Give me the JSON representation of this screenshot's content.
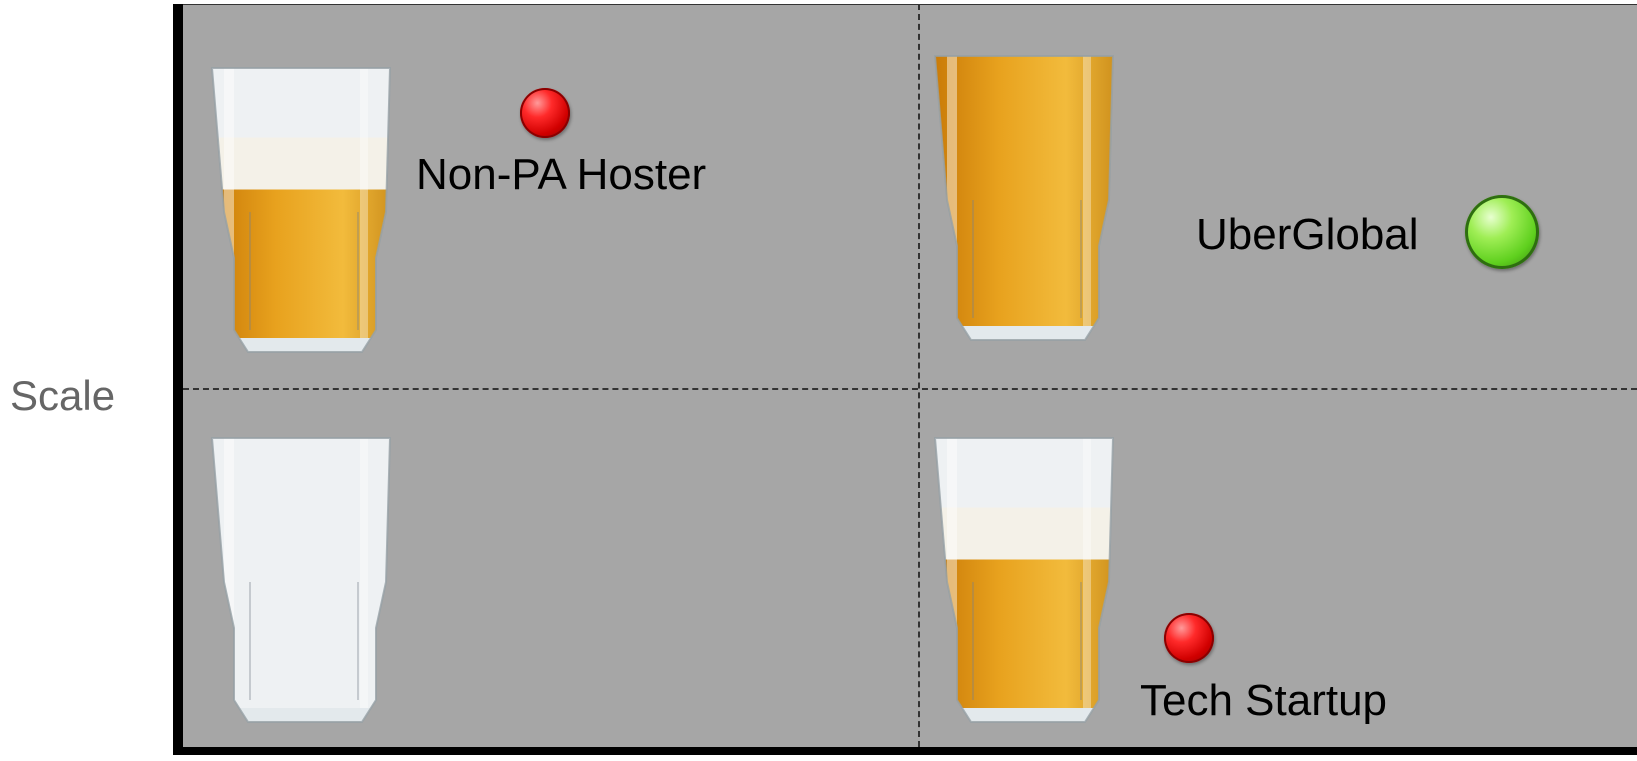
{
  "y_axis": {
    "label": "Scale"
  },
  "quadrants": [
    {
      "position": "top-left",
      "label": "Non-PA Hoster",
      "indicator": "red",
      "glass_fill": 0.55
    },
    {
      "position": "top-right",
      "label": "UberGlobal",
      "indicator": "green",
      "glass_fill": 1.0
    },
    {
      "position": "bottom-left",
      "label": "",
      "indicator": "none",
      "glass_fill": 0.0
    },
    {
      "position": "bottom-right",
      "label": "Tech Startup",
      "indicator": "red",
      "glass_fill": 0.55
    }
  ],
  "colors": {
    "background": "#a6a6a6",
    "beer": "#e8a21e",
    "foam": "#f4f1e8",
    "red_indicator": "#e00000",
    "green_indicator": "#5fd01e",
    "axis": "#000000",
    "label_gray": "#666666"
  }
}
